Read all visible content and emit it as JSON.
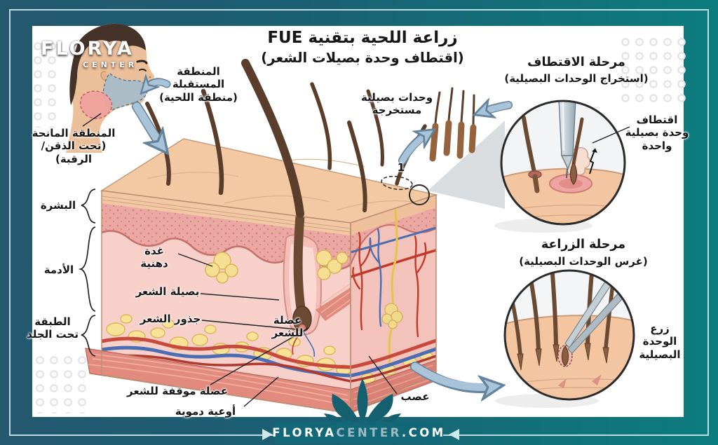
{
  "brand": {
    "logo_line1": "FLORYA",
    "logo_line2": "CENTER"
  },
  "footer": {
    "part1": "FLORYA",
    "part2": "CENTER",
    "part3": ".COM"
  },
  "title": {
    "line1": "زراعة اللحية بتقنية FUE",
    "line2": "(اقتطاف وحدة بصيلات الشعر)"
  },
  "head_labels": {
    "recipient": {
      "line1": "المنطقة المستقبلة",
      "line2": "(منطقة اللحية)"
    },
    "donor": {
      "line1": "المنطقة المانحة",
      "line2": "(تحت الذقن/الرقبة)"
    }
  },
  "skin_layers": {
    "epidermis": "البشرة",
    "dermis": "الأدمة",
    "subcutaneous_line1": "الطبقة",
    "subcutaneous_line2": "تحت الجلد"
  },
  "anatomy": {
    "sebaceous_gland": "غدة دهنية",
    "hair_follicle": "بصيلة الشعر",
    "hair_roots": "جذور الشعر",
    "hair_muscle_line1": "عضلة",
    "hair_muscle_line2": "للشعر",
    "arrector_muscle": "عضلة موقفة للشعر",
    "blood_vessels": "أوعية دموية",
    "nerve": "عصب"
  },
  "units_label": {
    "line1": "وحدات بصيلية",
    "line2": "مستخرجة"
  },
  "marker_number": "1",
  "extraction": {
    "title": "مرحلة الاقتطاف",
    "subtitle": "(استخراج الوحدات البصيلية)",
    "label_line1": "اقتطاف",
    "label_line2": "وحدة بصيلية",
    "label_line3": "واحدة"
  },
  "implantation": {
    "title": "مرحلة الزراعة",
    "subtitle": "(غرس الوحدات البصيلية)",
    "label_line1": "زرع",
    "label_line2": "الوحدة",
    "label_line3": "البصيلية"
  },
  "palette": {
    "frame_teal_left": "#24586f",
    "frame_teal_right": "#0c7d7e",
    "arrow_blue": "#a9c4d9",
    "skin_peach": "#f3c9a4",
    "dermis_pink": "#f8d0ca",
    "fat_yellow": "#f7e296",
    "muscle_red": "#e28a7d",
    "hair_brown": "#5a3e2b",
    "vessel_red": "#c84a3f",
    "vessel_blue": "#4a6db3",
    "nerve_yellow": "#e6c44c"
  }
}
